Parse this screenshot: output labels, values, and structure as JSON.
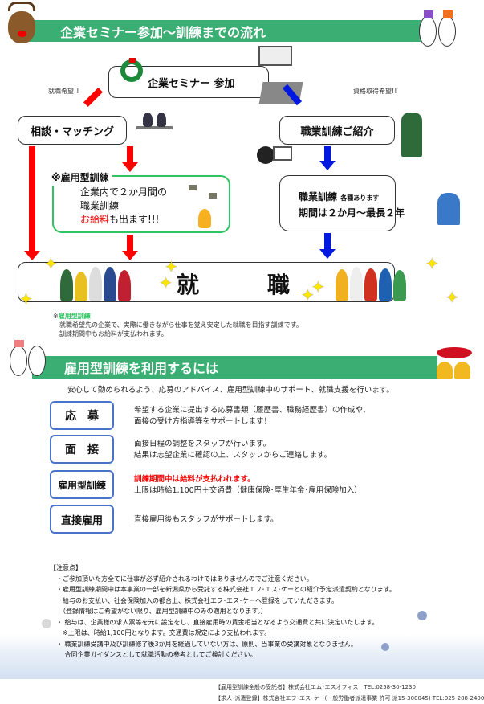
{
  "header1": {
    "title": "企業セミナー参加〜訓練までの流れ"
  },
  "flow": {
    "seminar": "企業セミナー 参加",
    "left_hint": "就職希望!!",
    "right_hint": "資格取得希望!!",
    "consult": "相談・マッチング",
    "vocational_intro": "職業訓練ご紹介",
    "employ_label": "※雇用型訓練",
    "employ_line1": "企業内で２か月間の",
    "employ_line2": "職業訓練",
    "employ_pay": "お給料",
    "employ_line3_rest": "も出ます!!!",
    "voc_title": "職業訓練",
    "voc_small": "各種あります",
    "voc_period": "期間は２か月〜最長２年",
    "job_char1": "就",
    "job_char2": "職"
  },
  "footnote": {
    "label_prefix": "※",
    "label": "雇用型訓練",
    "line1": "就職希望先の企業で、実際に働きながら仕事を覚え安定した就職を目指す訓練です。",
    "line2": "訓練期間中もお給料が支払われます。"
  },
  "header2": {
    "title": "雇用型訓練を利用するには"
  },
  "intro": "安心して勤められるよう、応募のアドバイス、雇用型訓練中のサポート、就職支援を行います。",
  "steps": [
    {
      "label": "応　募",
      "lines": [
        "希望する企業に提出する応募書類（履歴書、職務経歴書）の作成や、",
        "面接の受け方指導等をサポートします！"
      ]
    },
    {
      "label": "面　接",
      "lines": [
        "面接日程の調整をスタッフが行います。",
        "結果は志望企業に確認の上、スタッフからご連絡します。"
      ]
    },
    {
      "label": "雇用型訓練",
      "highlight": "訓練期間中は給料が支払われます。",
      "lines": [
        "上限は時給1,100円＋交通費（健康保険･厚生年金･雇用保険加入）"
      ]
    },
    {
      "label": "直接雇用",
      "lines": [
        "直接雇用後もスタッフがサポートします。"
      ]
    }
  ],
  "notes": {
    "title": "【注意点】",
    "lines": [
      "・ご参加頂いた方全てに仕事が必ず紹介されるわけではありませんのでご注意ください。",
      "・雇用型訓練期間中は本事業の一部を新潟県から受託する株式会社エフ･エス･ケーとの紹介予定派遣契約となります。",
      "　給与のお支払い、社会保険加入の都合上、株式会社エフ･エス･ケーへ登録をしていただきます。",
      "　（登録情報はご希望がない限り、雇用型訓練中のみの適用となります。）",
      "・ 給与は、企業様の求人票等を元に設定をし、直接雇用時の賃金相当となるよう交通費と共に決定いたします。",
      "　※上限は、時給1,100円となります。交通費は規定により支払われます。",
      "・ 職業訓練受講中及び訓練修了後3か月を経過していない方は、原則、当事業の受講対象となりません。",
      "　 合同企業ガイダンスとして就職活動の参考としてご検討ください。"
    ]
  },
  "footer": {
    "line1": "【雇用型訓練全般の受託者】株式会社エム･エスオフィス　TEL:0258-30-1230",
    "line2": "【求人･派遣登録】株式会社エフ･エス･ケー(一般労働者派遣事業 許可 派15-300045) TEL:025-288-2400"
  },
  "colors": {
    "green": "#3aae73",
    "red": "#ff0000",
    "blue": "#0018e0",
    "button_border": "#4a72c8"
  }
}
